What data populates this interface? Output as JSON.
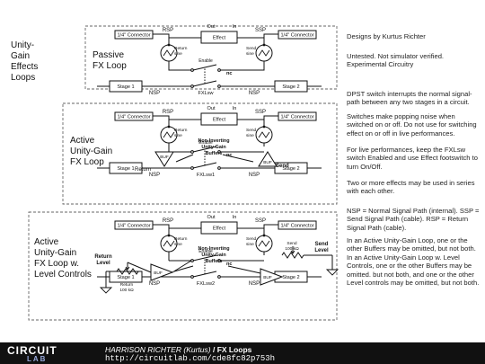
{
  "sections": [
    {
      "title_lines": [
        "Unity-",
        "Gain",
        "Effects",
        "Loops"
      ]
    },
    {
      "title_lines": [
        "Passive",
        "FX Loop"
      ]
    },
    {
      "title_lines": [
        "Active",
        "Unity-Gain",
        "FX Loop"
      ]
    },
    {
      "title_lines": [
        "Active",
        "Unity-Gain",
        "FX Loop w.",
        "Level Controls"
      ]
    }
  ],
  "labels": {
    "connector": "1/4\" Connector",
    "rsp": "RSP",
    "ssp": "SSP",
    "nsp": "NSP",
    "effect": "Effect",
    "out": "Out",
    "in": "In",
    "return_sine": [
      "Return",
      "sine"
    ],
    "send_sine": [
      "Send",
      "sine"
    ],
    "enable": "Enable",
    "nc": "nc",
    "stage1": "Stage 1",
    "stage2": "Stage 2",
    "fxlsw": "FXLsw",
    "fxlsw1": "FXLsw1",
    "fxlsw2": "FXLsw2",
    "buf": "BUF",
    "return_word": "Return",
    "send_word": "Send",
    "buffers": [
      "Non-Inverting",
      "Unity-Gain",
      "Buffers"
    ],
    "return_level": [
      "Return",
      "Level"
    ],
    "send_level": [
      "Send",
      "Level"
    ],
    "pot_return": [
      "Return",
      "100 kΩ"
    ],
    "pot_send": [
      "Send",
      "100 kΩ"
    ]
  },
  "notes": [
    "Designs by Kurtus Richter",
    "Untested. Not simulator verified. Experimental Circuitry",
    "DPST switch interrupts the normal signal-path between any two stages in a circuit.",
    "Switches make popping noise when switched on or off. Do not use for switching effect on or off in live performances.",
    "For live performances, keep the FXLsw switch Enabled and use Effect footswitch to turn On/Off.",
    "Two or more effects may be used in series with each other.",
    "NSP = Normal Signal Path (internal). SSP = Send Signal Path (cable). RSP = Return Signal Path (cable).",
    "In an Active Unity-Gain Loop, one or the other Buffers may be omitted, but not both. In an Active Unity-Gain Loop w. Level Controls, one or the other Buffers may be omitted. but not both, and one or the other Level controls may be omitted, but not both."
  ],
  "footer": {
    "logo_top": "CIRCUIT",
    "logo_bottom": "LAB",
    "author": "HARRISON RICHTER (Kurtus)",
    "separator": " / ",
    "title": "FX Loops",
    "url": "http://circuitlab.com/cde8fc82p753h"
  }
}
